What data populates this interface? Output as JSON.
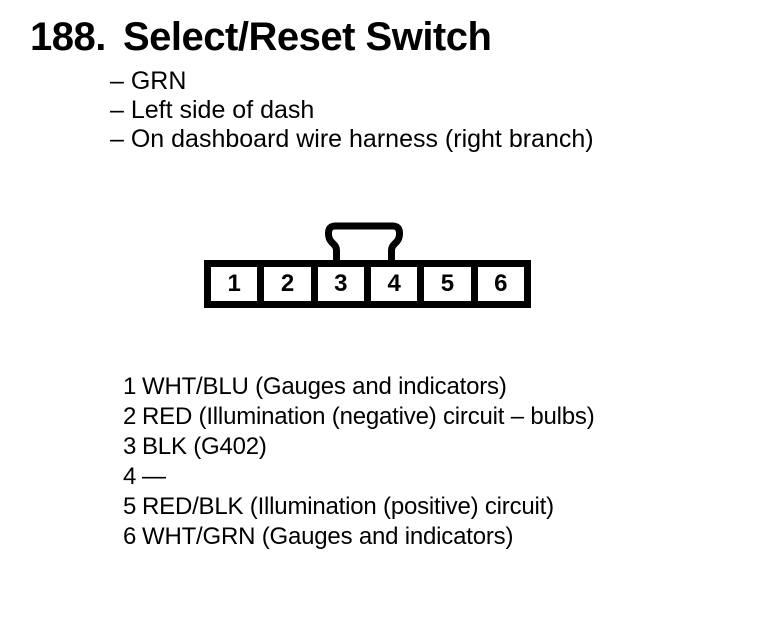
{
  "colors": {
    "ink": "#000000",
    "paper": "#ffffff"
  },
  "header": {
    "section_number": "188.",
    "title": "Select/Reset Switch"
  },
  "notes": [
    {
      "text": "– GRN"
    },
    {
      "text": "– Left side of dash"
    },
    {
      "text": "– On dashboard wire harness (right branch)"
    }
  ],
  "connector": {
    "pins": [
      {
        "label": "1"
      },
      {
        "label": "2"
      },
      {
        "label": "3"
      },
      {
        "label": "4"
      },
      {
        "label": "5"
      },
      {
        "label": "6"
      }
    ]
  },
  "pinout": [
    {
      "pin": "1",
      "desc": "WHT/BLU (Gauges and indicators)"
    },
    {
      "pin": "2",
      "desc": "RED (Illumination (negative) circuit – bulbs)"
    },
    {
      "pin": "3",
      "desc": "BLK (G402)"
    },
    {
      "pin": "4",
      "desc": "—"
    },
    {
      "pin": "5",
      "desc": "RED/BLK (Illumination (positive) circuit)"
    },
    {
      "pin": "6",
      "desc": "WHT/GRN (Gauges and indicators)"
    }
  ]
}
